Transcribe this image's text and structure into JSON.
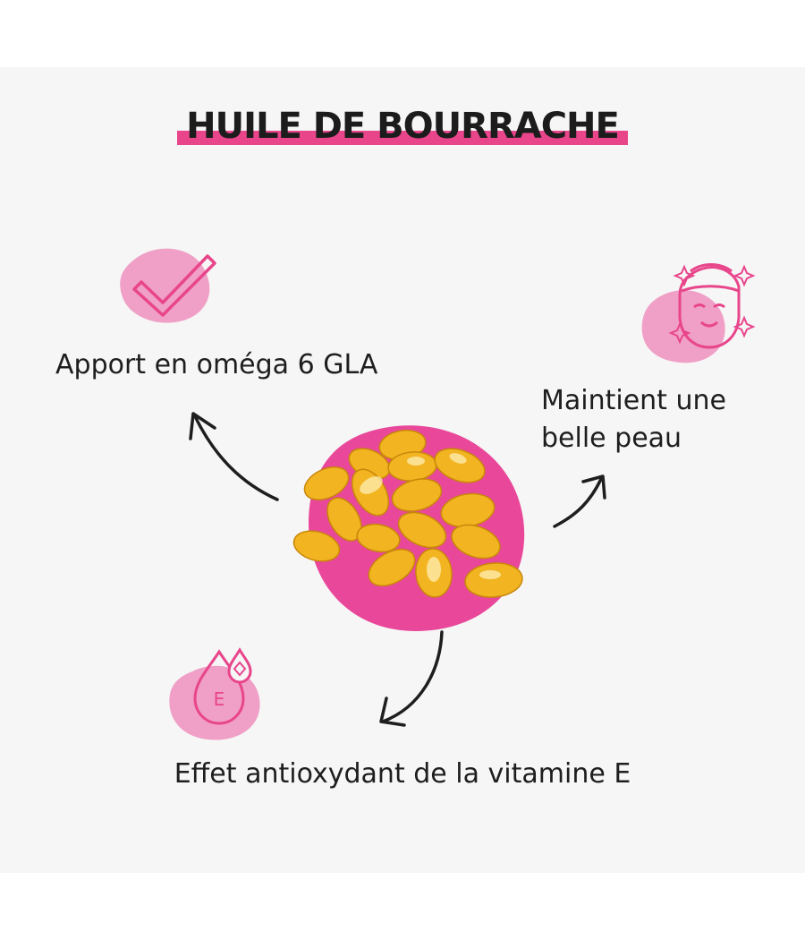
{
  "title": "HUILE DE BOURRACHE",
  "benefits": {
    "omega": "Apport en oméga 6 GLA",
    "skin_line1": "Maintient une",
    "skin_line2": "belle peau",
    "vitamin": "Effet antioxydant de la vitamine E"
  },
  "icons": {
    "omega": "checkmark-icon",
    "skin": "face-sparkle-icon",
    "vitamin": "vitamin-e-drop-icon",
    "center": "softgel-capsules-image"
  },
  "vitamin_letter": "E",
  "colors": {
    "accent": "#e8458b",
    "accent_light": "#f0a0c6",
    "blob": "#e9489a",
    "capsule": "#f2b420",
    "text": "#1e1e1e",
    "background": "#f6f6f6"
  }
}
